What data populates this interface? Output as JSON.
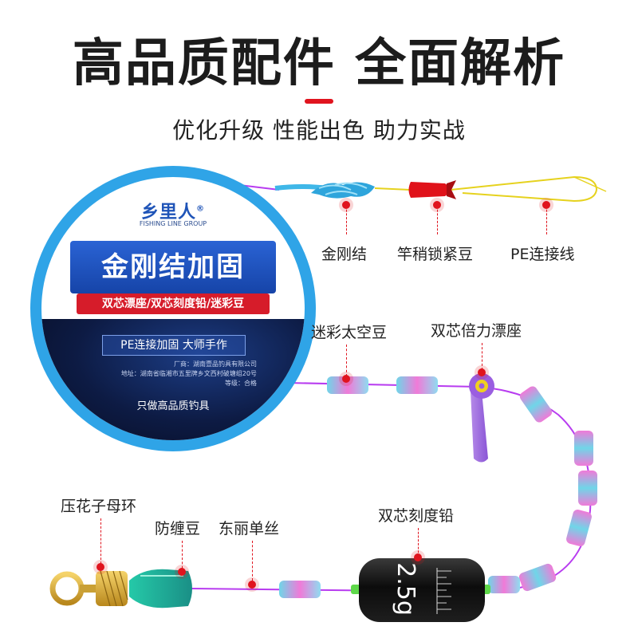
{
  "header": {
    "title": "高品质配件 全面解析",
    "subtitle": "优化升级 性能出色 助力实战"
  },
  "badge": {
    "brand": "乡里人",
    "brand_mark": "®",
    "brand_sub": "FISHING LINE GROUP",
    "main": "金刚结加固",
    "components": "双芯漂座/双芯刻度铅/迷彩豆",
    "tag": "PE连接加固 大师手作",
    "maker": "厂商：湖南壹品钓具有限公司",
    "address": "地址：湖南省临湘市五里牌乡文西村破塘组20号",
    "grade": "等级：合格",
    "slogan": "只做高品质钓具"
  },
  "labels": {
    "knot": "金刚结",
    "tip_stopper": "竿稍锁紧豆",
    "pe_line": "PE连接线",
    "camo_bead": "迷彩太空豆",
    "float_seat": "双芯倍力漂座",
    "swivel": "压花子母环",
    "anti_tangle": "防缠豆",
    "mono_line": "东丽单丝",
    "sinker": "双芯刻度铅"
  },
  "sinker_mark": "2.5g",
  "colors": {
    "accent": "#e0141e",
    "line": "#b83cf0",
    "badge_ring": "#2fa4e7",
    "pe_line": "#e6d21e"
  }
}
